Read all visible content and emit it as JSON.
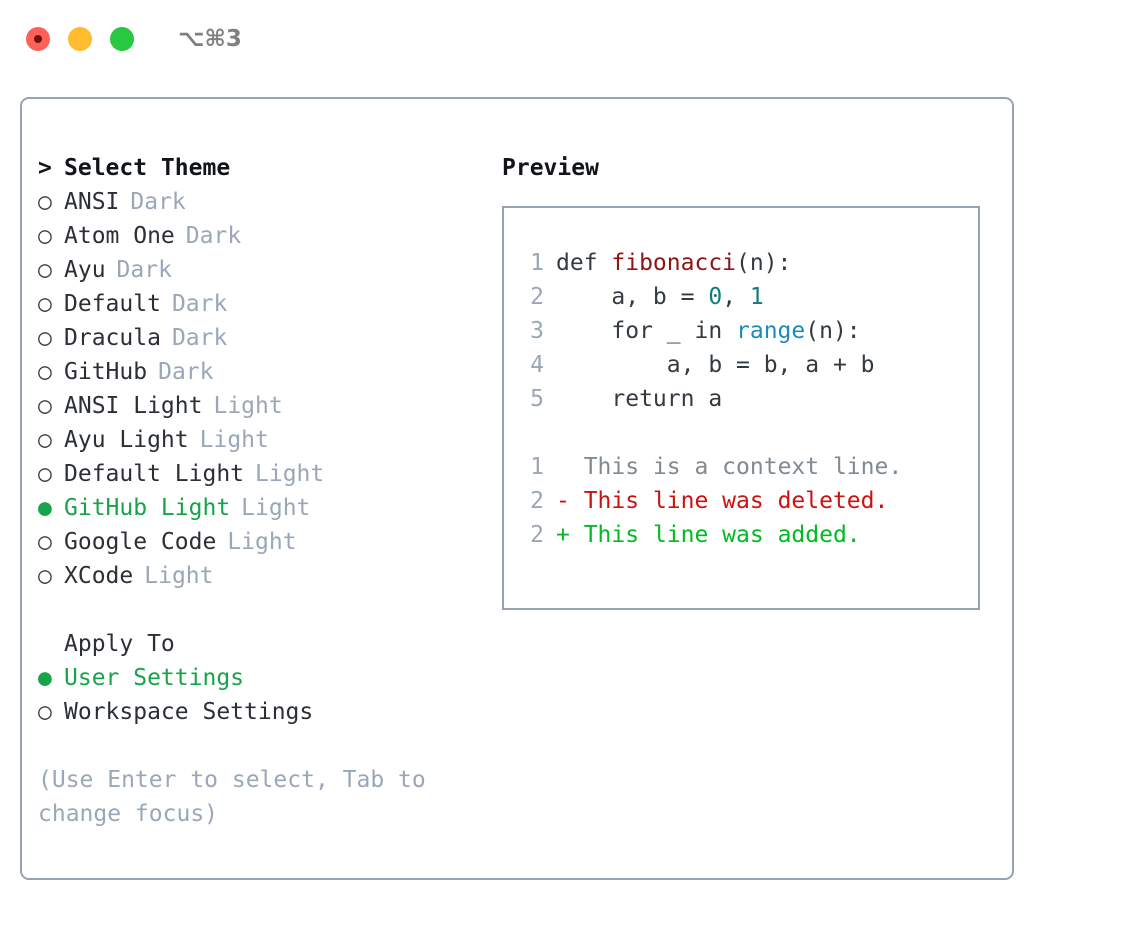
{
  "titlebar": {
    "shortcut": "⌥⌘3",
    "buttons": [
      {
        "name": "close",
        "color": "#ff6058"
      },
      {
        "name": "minimize",
        "color": "#febc2e"
      },
      {
        "name": "maximize",
        "color": "#28c840"
      }
    ]
  },
  "theme_picker": {
    "heading_marker": ">",
    "heading": "Select Theme",
    "unselected_marker": "○",
    "selected_marker": "●",
    "items": [
      {
        "marker": "○",
        "name": "ANSI",
        "variant": "Dark",
        "selected": false
      },
      {
        "marker": "○",
        "name": "Atom One",
        "variant": "Dark",
        "selected": false
      },
      {
        "marker": "○",
        "name": "Ayu",
        "variant": "Dark",
        "selected": false
      },
      {
        "marker": "○",
        "name": "Default",
        "variant": "Dark",
        "selected": false
      },
      {
        "marker": "○",
        "name": "Dracula",
        "variant": "Dark",
        "selected": false
      },
      {
        "marker": "○",
        "name": "GitHub",
        "variant": "Dark",
        "selected": false
      },
      {
        "marker": "○",
        "name": "ANSI Light",
        "variant": "Light",
        "selected": false
      },
      {
        "marker": "○",
        "name": "Ayu Light",
        "variant": "Light",
        "selected": false
      },
      {
        "marker": "○",
        "name": "Default Light",
        "variant": "Light",
        "selected": false
      },
      {
        "marker": "●",
        "name": "GitHub Light",
        "variant": "Light",
        "selected": true
      },
      {
        "marker": "○",
        "name": "Google Code",
        "variant": "Light",
        "selected": false
      },
      {
        "marker": "○",
        "name": "XCode",
        "variant": "Light",
        "selected": false
      }
    ]
  },
  "apply_to": {
    "heading": "Apply To",
    "items": [
      {
        "marker": "●",
        "label": "User Settings",
        "selected": true
      },
      {
        "marker": "○",
        "label": "Workspace Settings",
        "selected": false
      }
    ]
  },
  "help": {
    "line1": "(Use Enter to select, Tab to",
    "line2": "change focus)"
  },
  "preview": {
    "title": "Preview",
    "code_lines": [
      {
        "num": "1",
        "segments": [
          {
            "text": "def ",
            "token": "plain"
          },
          {
            "text": "fibonacci",
            "token": "fn"
          },
          {
            "text": "(n):",
            "token": "plain"
          }
        ]
      },
      {
        "num": "2",
        "segments": [
          {
            "text": "    a, b = ",
            "token": "plain"
          },
          {
            "text": "0",
            "token": "num"
          },
          {
            "text": ", ",
            "token": "plain"
          },
          {
            "text": "1",
            "token": "num"
          }
        ]
      },
      {
        "num": "3",
        "segments": [
          {
            "text": "    for _ in ",
            "token": "plain"
          },
          {
            "text": "range",
            "token": "bi"
          },
          {
            "text": "(n):",
            "token": "plain"
          }
        ]
      },
      {
        "num": "4",
        "segments": [
          {
            "text": "        a, b = b, a + b",
            "token": "plain"
          }
        ]
      },
      {
        "num": "5",
        "segments": [
          {
            "text": "    return a",
            "token": "plain"
          }
        ]
      }
    ],
    "diff_lines": [
      {
        "num": "1",
        "prefix": "  ",
        "text": "This is a context line.",
        "kind": "context"
      },
      {
        "num": "2",
        "prefix": "- ",
        "text": "This line was deleted.",
        "kind": "deleted"
      },
      {
        "num": "2",
        "prefix": "+ ",
        "text": "This line was added.",
        "kind": "added"
      }
    ]
  },
  "colors": {
    "accent_green": "#16a34a",
    "muted": "#9aa7b8",
    "border": "#97a3b3",
    "text": "#2b2f36",
    "diff_deleted": "#cc1111",
    "diff_added": "#00bb22",
    "code_function": "#8f1414",
    "code_number": "#0f7b7b",
    "code_builtin": "#1a8cb8"
  }
}
